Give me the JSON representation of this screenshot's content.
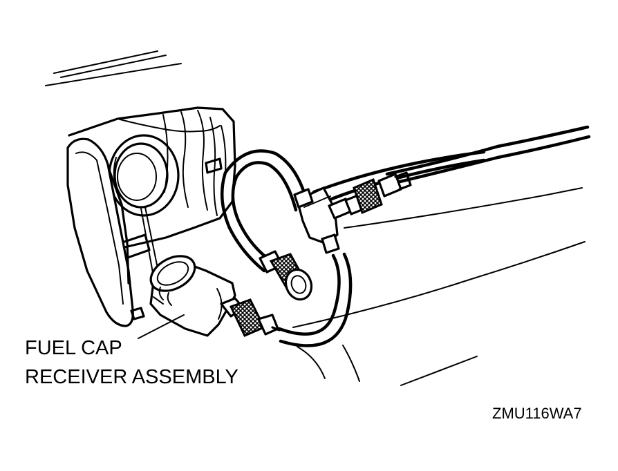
{
  "diagram": {
    "callout": {
      "lines": [
        "FUEL CAP",
        "RECEIVER ASSEMBLY"
      ]
    },
    "figure_code": "ZMU116WA7",
    "colors": {
      "ink": "#000000",
      "paper": "#ffffff"
    }
  }
}
